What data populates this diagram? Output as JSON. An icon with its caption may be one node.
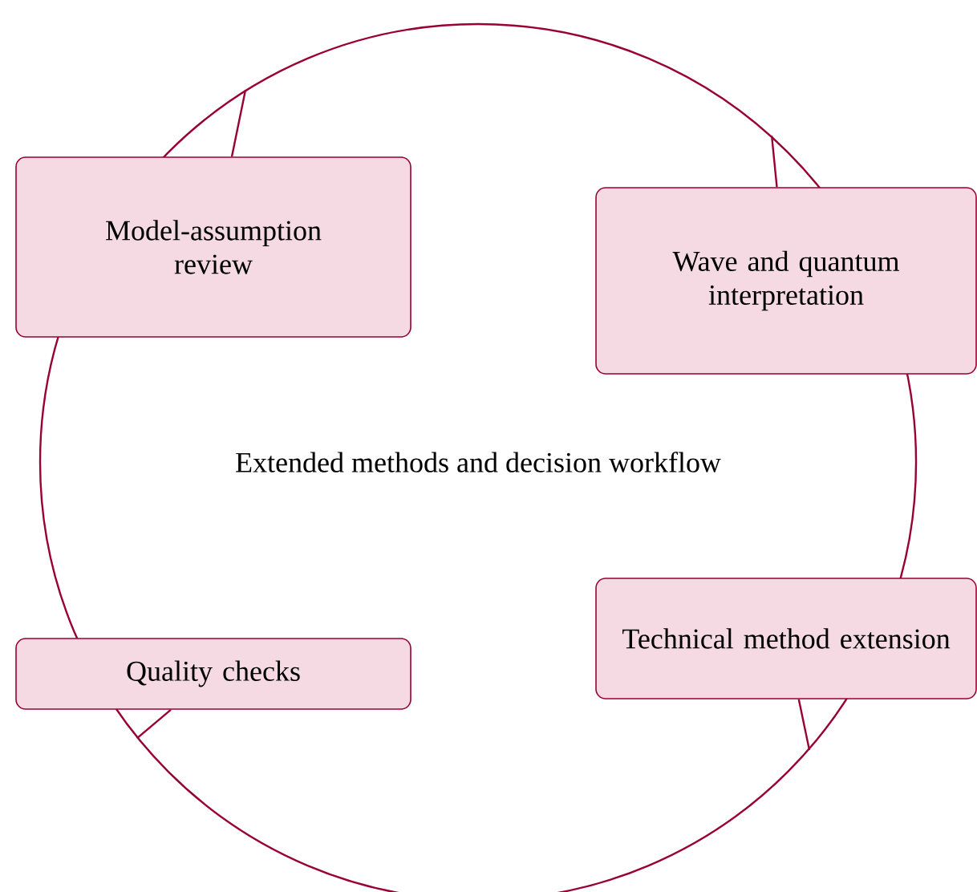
{
  "diagram": {
    "nodes": [
      {
        "text": [
          "Extended methods and decision workflow"
        ]
      },
      {
        "text": [
          "Model-assumption review"
        ],
        "in": 0
      },
      {
        "text": [
          "Wave and quantum interpretation"
        ],
        "in": 0
      },
      {
        "text": [
          "Quality checks"
        ],
        "in": 0
      },
      {
        "text": [
          "Technical method extension"
        ],
        "in": 0
      }
    ],
    "edges": [
      {
        "from": 0,
        "to": 1,
        "arrow": "none"
      },
      {
        "from": 0,
        "to": 2,
        "arrow": "none"
      },
      {
        "from": 0,
        "to": 3,
        "arrow": "none"
      },
      {
        "from": 0,
        "to": 4,
        "arrow": "none"
      }
    ]
  }
}
